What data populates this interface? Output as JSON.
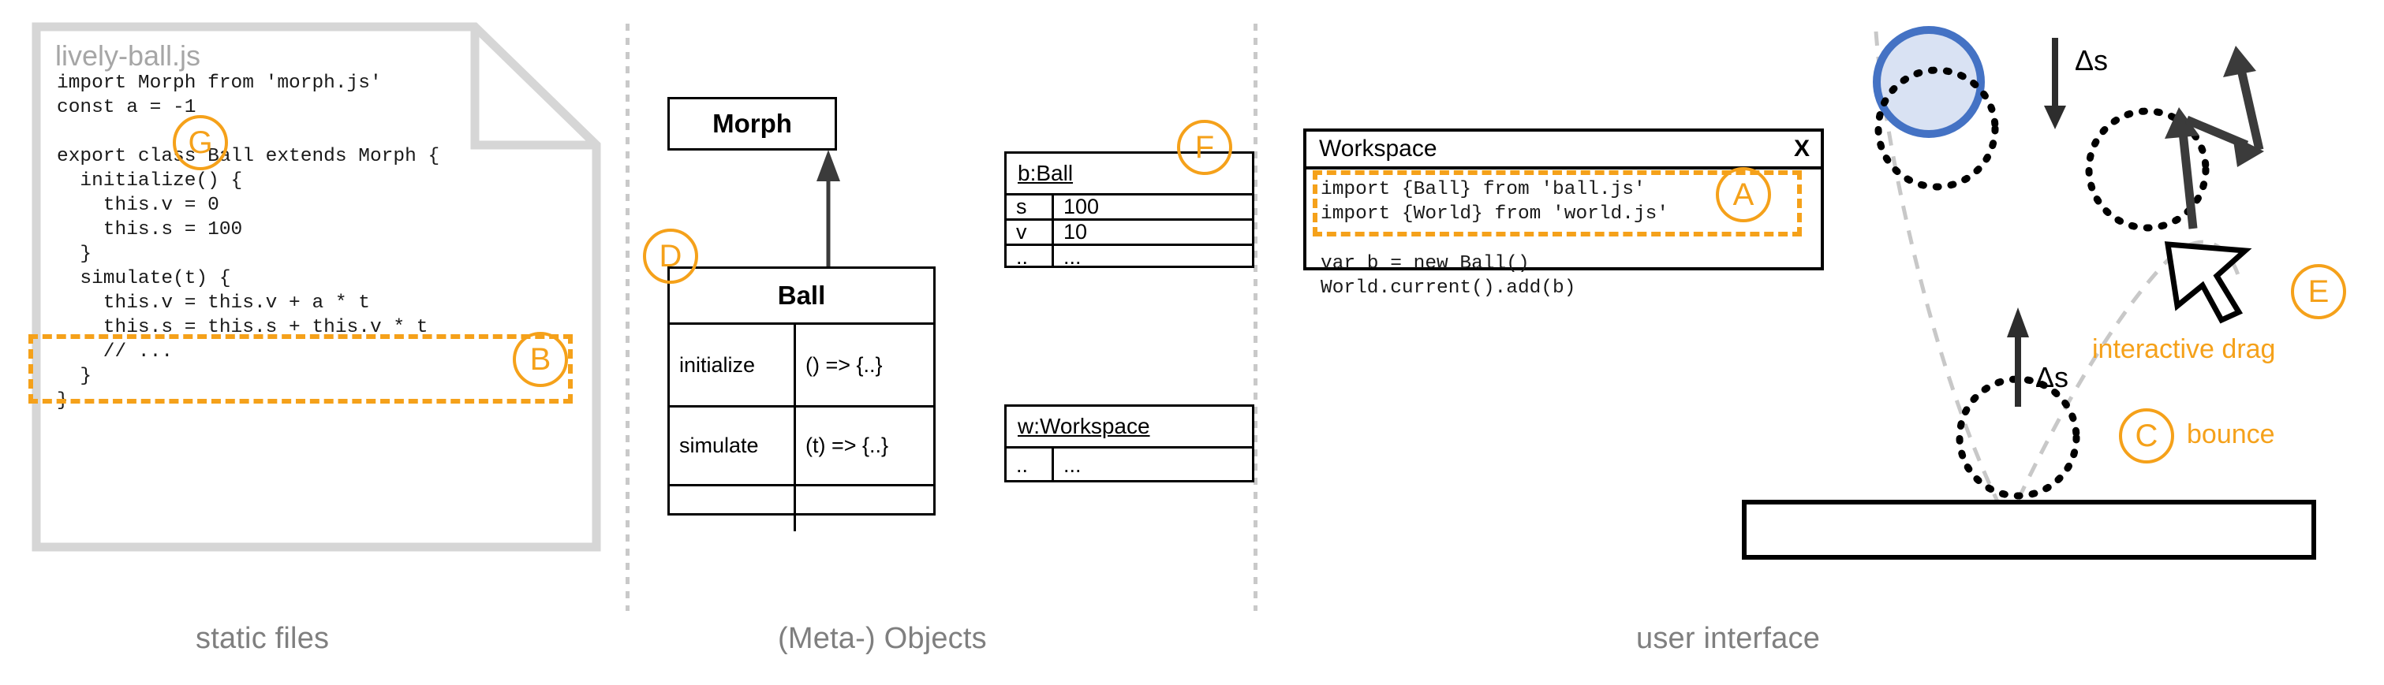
{
  "columns": [
    {
      "id": "static-files",
      "label": "static files"
    },
    {
      "id": "meta-objects",
      "label": "(Meta-) Objects"
    },
    {
      "id": "user-interface",
      "label": "user interface"
    }
  ],
  "file_card": {
    "title": "lively-ball.js",
    "code_before": "import Morph from 'morph.js'\nconst a = -1\n\nexport class Ball extends Morph {\n  initialize() {\n    this.v = 0\n    this.s = 100\n  }",
    "code_highlight": "  simulate(t) {\n    this.v = this.v + a * t\n    this.s = this.s + this.v * t\n    // ...",
    "code_after": "  }\n}",
    "marker_g": "G",
    "marker_b": "B"
  },
  "uml": {
    "superclass": {
      "name": "Morph"
    },
    "class": {
      "name": "Ball",
      "marker": "D",
      "rows": [
        {
          "member": "initialize",
          "value": "() => {..}"
        },
        {
          "member": "simulate",
          "value": "(t) => {..}"
        },
        {
          "member": "..",
          "value": "..."
        }
      ]
    },
    "instances": [
      {
        "title": "b:Ball",
        "marker": "F",
        "rows": [
          {
            "key": "s",
            "value": "100"
          },
          {
            "key": "v",
            "value": "10"
          },
          {
            "key": "..",
            "value": "..."
          }
        ]
      },
      {
        "title": "w:Workspace",
        "marker": "",
        "rows": [
          {
            "key": "..",
            "value": "..."
          }
        ]
      }
    ]
  },
  "workspace": {
    "title": "Workspace",
    "close_label": "X",
    "code_before": "import {Ball} from 'ball.js'\nimport {World} from 'world.js'",
    "code_highlight": "var b = new Ball()\nWorld.current().add(b)",
    "marker_a": "A"
  },
  "animation": {
    "delta_down_label": "Δs",
    "delta_up_label": "Δs",
    "marker_c": "C",
    "marker_c_text": "bounce",
    "marker_e": "E",
    "marker_e_text": "interactive drag",
    "ball_fill": "#D9E2F3",
    "ball_stroke": "#4472C4"
  },
  "colors": {
    "accent_orange": "#F5A11A",
    "label_gray": "#7f7f7f",
    "card_gray": "#d6d6d6",
    "ink": "#000000",
    "trajectory_gray": "#c8c8c8"
  }
}
